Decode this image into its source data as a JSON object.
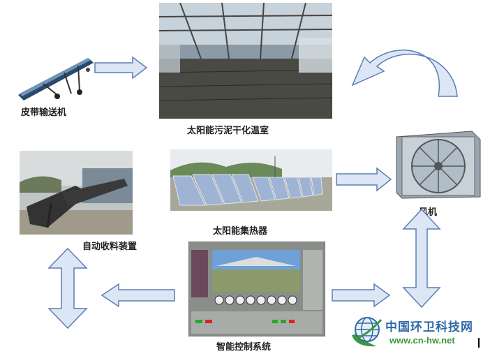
{
  "labels": {
    "conveyor": "皮带输送机",
    "greenhouse": "太阳能污泥干化温室",
    "fan": "风机",
    "collector_device": "自动收料装置",
    "solar_collector": "太阳能集热器",
    "control_system": "智能控制系统"
  },
  "logo": {
    "title": "中国环卫科技网",
    "url": "www.cn-hw.net"
  },
  "colors": {
    "arrow_fill": "#dce6f4",
    "arrow_stroke": "#5b7fb5",
    "logo_blue": "#2e6aa8",
    "logo_green": "#3a9a3a"
  }
}
